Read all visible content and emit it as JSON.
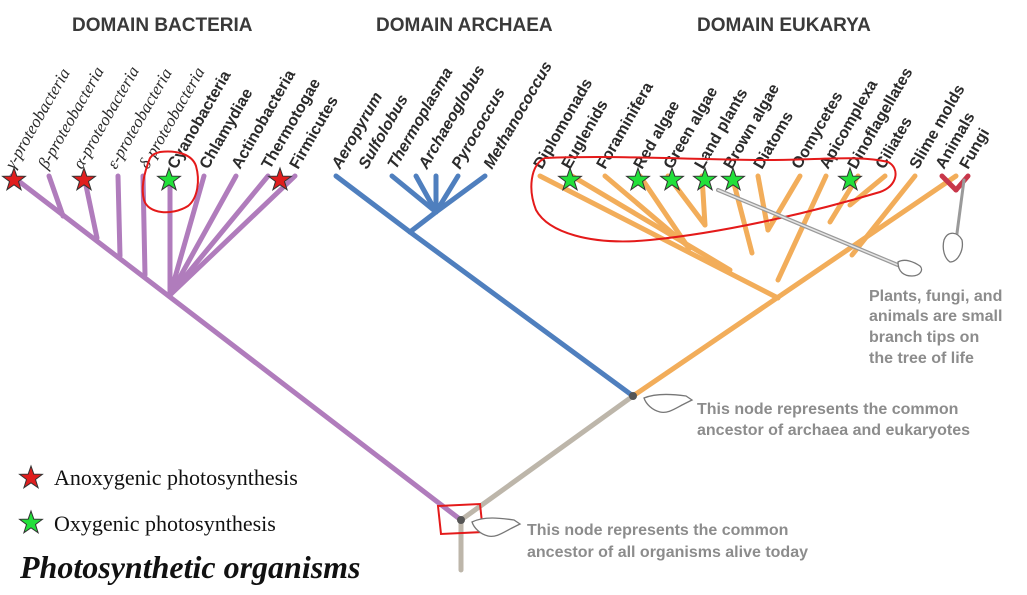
{
  "domains": {
    "bacteria": "DOMAIN BACTERIA",
    "archaea": "DOMAIN ARCHAEA",
    "eukarya": "DOMAIN EUKARYA"
  },
  "bacteria_taxa": [
    "γ-proteobacteria",
    "β-proteobacteria",
    "α-proteobacteria",
    "ε-proteobacteria",
    "δ-proteobacteria",
    "Cyanobacteria",
    "Chlamydiae",
    "Actinobacteria",
    "Thermotogae",
    "Firmicutes"
  ],
  "archaea_taxa": [
    "Aeropyrum",
    "Sulfolobus",
    "Thermoplasma",
    "Archaeoglobus",
    "Pyrococcus",
    "Methanococcus"
  ],
  "eukarya_taxa": [
    "Diplomonads",
    "Euglenids",
    "Foraminifera",
    "Red algae",
    "Green algae",
    "Land plants",
    "Brown algae",
    "Diatoms",
    "Oomycetes",
    "Apicomplexa",
    "Dinoflagellates",
    "Ciliates",
    "Slime molds",
    "Animals",
    "Fungi"
  ],
  "notes": {
    "plants": [
      "Plants, fungi, and",
      "animals are small",
      "branch tips on",
      "the tree of life"
    ],
    "archaea_eukarya_node": [
      "This node represents the common",
      "ancestor of archaea and eukaryotes"
    ],
    "root_node": [
      "This node represents the common",
      "ancestor of all organisms alive today"
    ]
  },
  "legend": {
    "anoxygenic": "Anoxygenic photosynthesis",
    "oxygenic": "Oxygenic photosynthesis",
    "title": "Photosynthetic organisms"
  },
  "colors": {
    "bacteria": "#b07cbc",
    "archaea": "#4f7fbe",
    "eukarya": "#f2ad5a",
    "root": "#bdb6aa",
    "star_red": "#e01e1e",
    "star_green": "#22e03a",
    "highlight": "#e41a1a"
  }
}
